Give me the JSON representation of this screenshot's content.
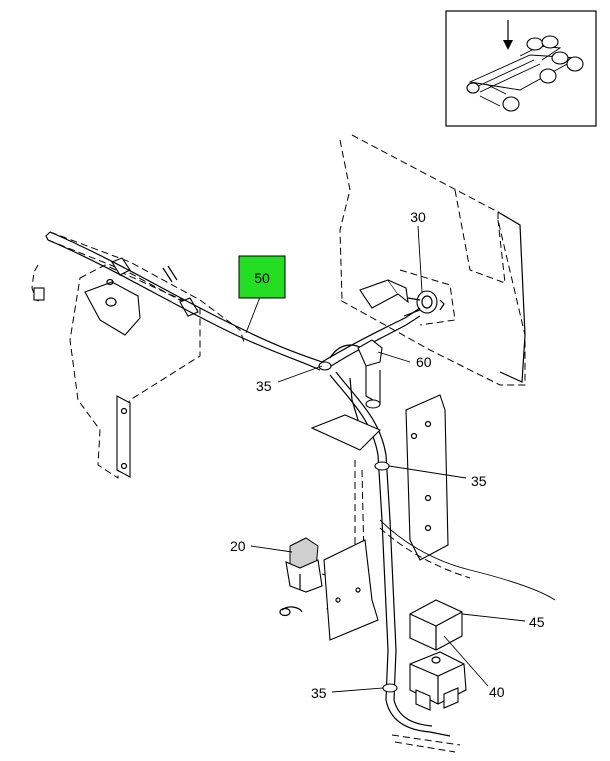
{
  "callouts": {
    "c50": "50",
    "c30": "30",
    "c60": "60",
    "c35_upper": "35",
    "c35_middle": "35",
    "c35_lower": "35",
    "c20": "20",
    "c45": "45",
    "c40": "40"
  },
  "colors": {
    "highlight": "#22dd22",
    "line": "#000000",
    "background": "#ffffff"
  }
}
